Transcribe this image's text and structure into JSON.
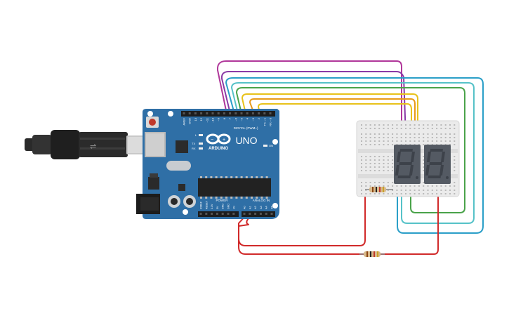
{
  "board": {
    "brand": "ARDUINO",
    "model": "UNO",
    "digital_label": "DIGITAL (PWM~)",
    "power_label": "POWER",
    "analog_label": "ANALOG IN",
    "on_label": "ON",
    "led_l": "L",
    "led_tx": "TX",
    "led_rx": "RX",
    "top_pins": [
      "AREF",
      "GND",
      "13",
      "12",
      "~11",
      "~10",
      "~9",
      "8",
      "7",
      "~6",
      "~5",
      "4",
      "~3",
      "2",
      "TX→1",
      "RX←0"
    ],
    "power_pins": [
      "IOREF",
      "RESET",
      "3.3V",
      "5V",
      "GND",
      "GND",
      "Vin"
    ],
    "analog_pins": [
      "A0",
      "A1",
      "A2",
      "A3",
      "A4",
      "A5"
    ]
  },
  "displays": {
    "digit_left": "8.",
    "digit_right": "8."
  },
  "colors": {
    "board": "#2f6fa6",
    "board_dark": "#255f93",
    "wire_magenta": "#b0379a",
    "wire_purple": "#8a3aa6",
    "wire_blue": "#2b9fc8",
    "wire_teal": "#56c2c8",
    "wire_green": "#4aa34a",
    "wire_yellow": "#e8c21a",
    "wire_orange": "#e89a1a",
    "wire_red": "#d12a2a",
    "segment": "#444a54"
  },
  "icons": {
    "usb_cable": "usb-cable-icon",
    "arduino_logo": "infinity-logo-icon",
    "resistor": "resistor-icon"
  }
}
